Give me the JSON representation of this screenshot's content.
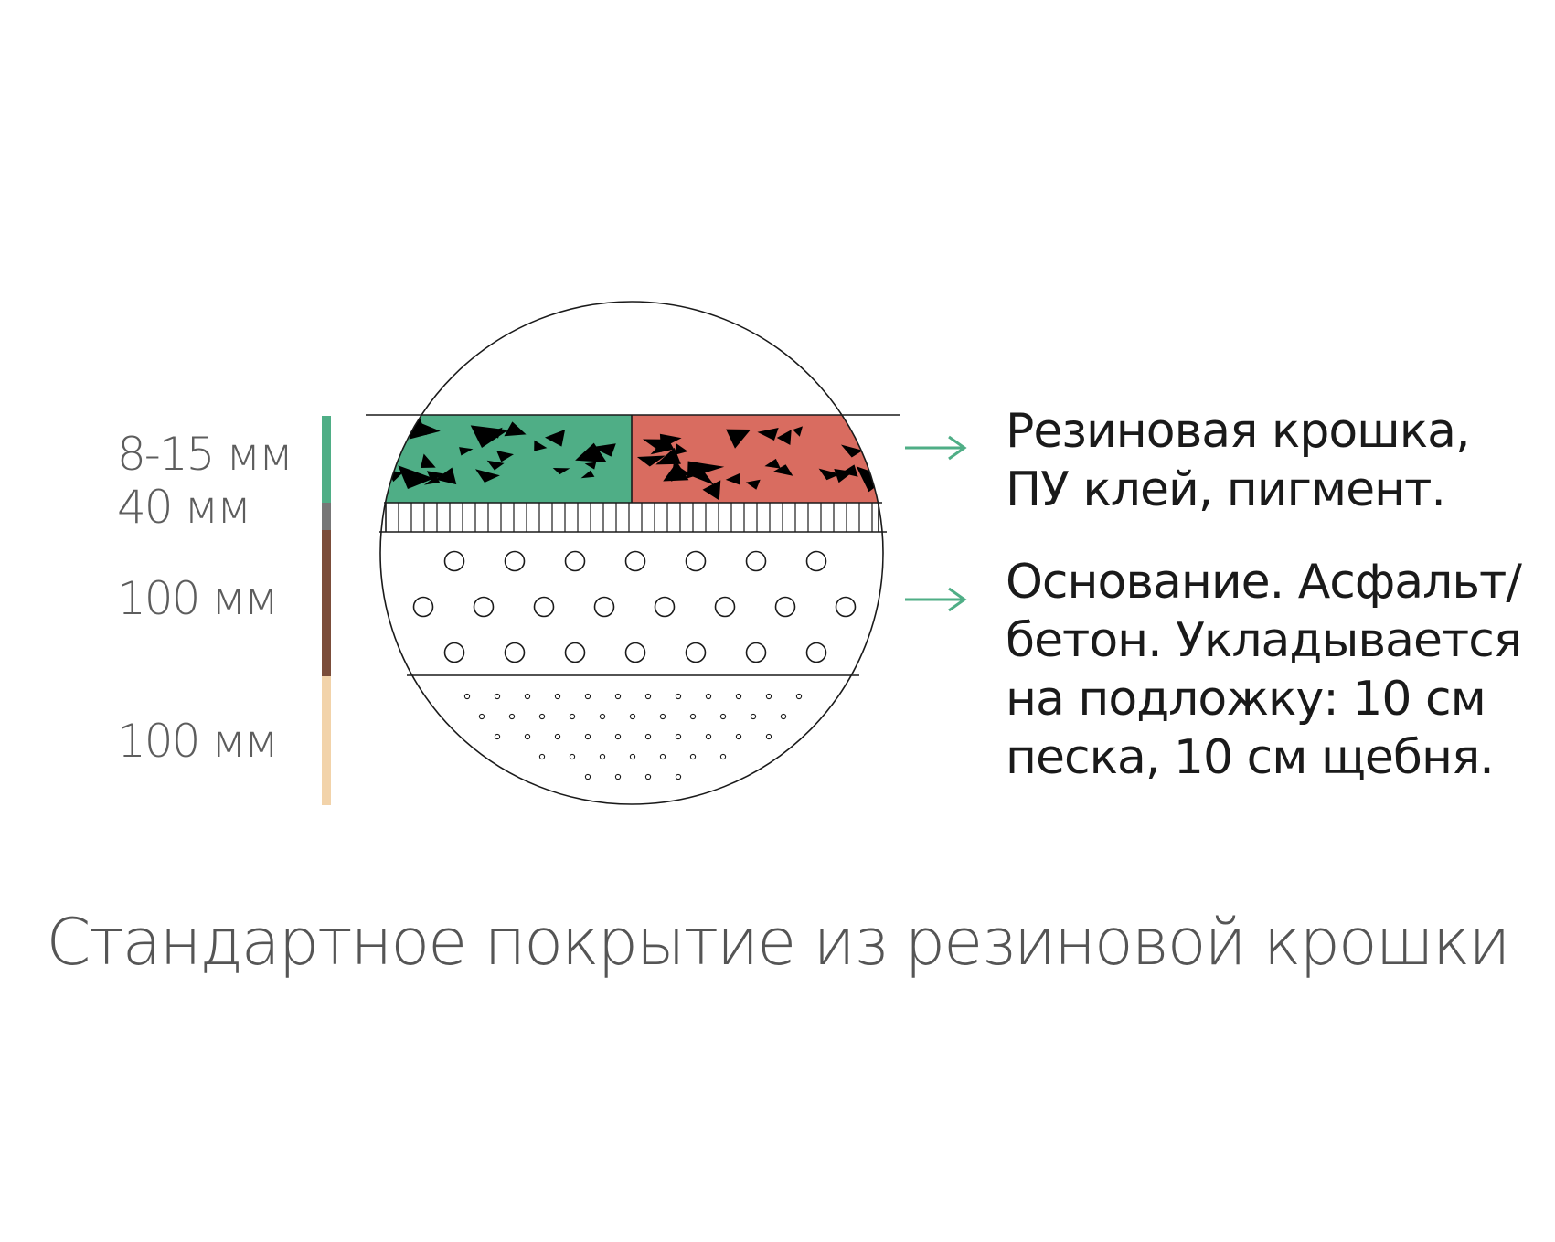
{
  "thickness_labels": [
    "8-15 мм",
    "40 мм",
    "100 мм",
    "100 мм"
  ],
  "layer_colors": {
    "green": "#4fae86",
    "red": "#d96c60",
    "gray": "#777777",
    "brown": "#7b4d3a",
    "sand": "#f2d3aa",
    "arrow": "#4fae86"
  },
  "descriptions": {
    "top": [
      "Резиновая крошка,",
      "ПУ клей, пигмент."
    ],
    "base": [
      "Основание. Асфальт/",
      "бетон. Укладывается",
      "на подложку: 10 см",
      "песка, 10 см щебня."
    ]
  },
  "title": "Стандартное покрытие из резиновой крошки",
  "icons": [
    "arrow-right-icon",
    "arrow-right-icon"
  ]
}
